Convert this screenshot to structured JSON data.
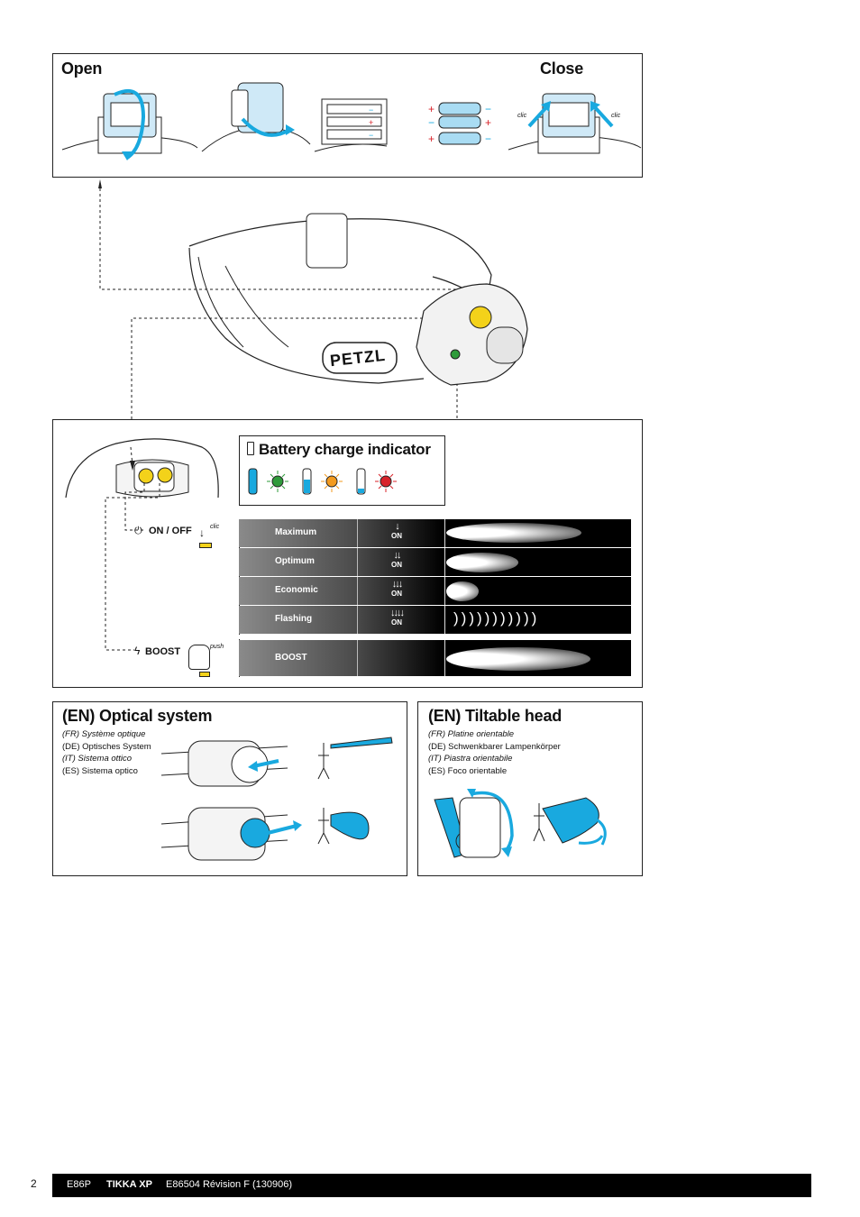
{
  "open_close": {
    "open_title": "Open",
    "close_title": "Close",
    "clic_left": "clic",
    "clic_right": "clic"
  },
  "battery": {
    "title": "Battery charge indicator"
  },
  "brand": {
    "logo_text": "PETZL"
  },
  "controls": {
    "on_off_label": "ON / OFF",
    "on_off_action": "clic",
    "boost_label": "BOOST",
    "boost_action": "push"
  },
  "modes": [
    {
      "name": "Maximum",
      "clicks": "↓",
      "on": "ON"
    },
    {
      "name": "Optimum",
      "clicks": "↓↓",
      "on": "ON"
    },
    {
      "name": "Economic",
      "clicks": "↓↓↓",
      "on": "ON"
    },
    {
      "name": "Flashing",
      "clicks": "↓↓↓↓",
      "on": "ON"
    },
    {
      "name": "BOOST",
      "clicks": "",
      "on": ""
    }
  ],
  "optical": {
    "title": "(EN) Optical system",
    "fr": "(FR) Système optique",
    "de": "(DE) Optisches System",
    "it": "(IT) Sistema ottico",
    "es": "(ES) Sistema optico"
  },
  "tiltable": {
    "title": "(EN) Tiltable head",
    "fr": "(FR) Platine orientable",
    "de": "(DE) Schwenkbarer Lampenkörper",
    "it": "(IT) Piastra orientabile",
    "es": "(ES) Foco orientable"
  },
  "footer": {
    "page": "2",
    "code": "E86P",
    "product": "TIKKA XP",
    "revision": "E86504 Révision F (130906)"
  },
  "colors": {
    "accent_blue": "#19a9df",
    "led_green": "#2e9b3a",
    "led_orange": "#f39a1e",
    "led_red": "#d8232a",
    "button_yellow": "#f3d21a"
  }
}
